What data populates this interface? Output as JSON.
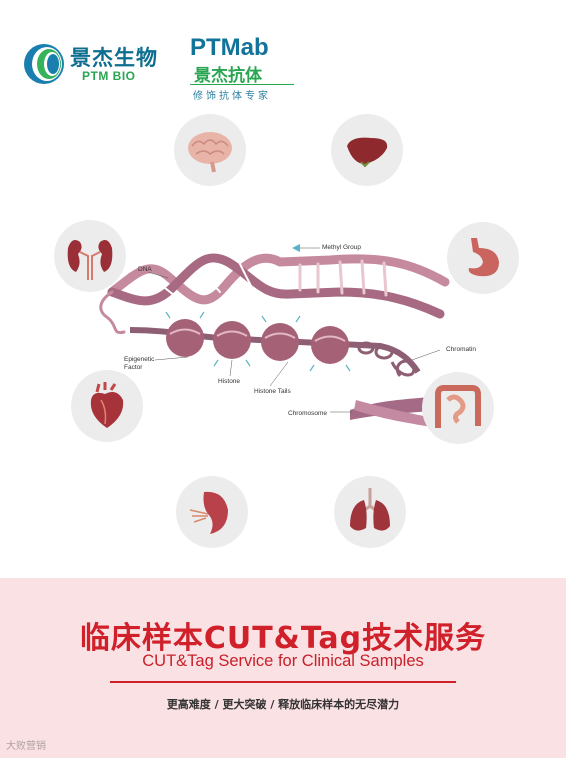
{
  "brand": {
    "ptmbio_cn": "景杰生物",
    "ptmbio_en": "PTM BIO",
    "ptmab_en": "PTMab",
    "ptmab_cn": "景杰抗体",
    "ptmab_tagline": "修饰抗体专家"
  },
  "figure_labels": {
    "methyl_group": "Methyl Group",
    "dna": "DNA",
    "chromatin": "Chromatin",
    "epigenetic_factor_line1": "Epigenetic",
    "epigenetic_factor_line2": "Factor",
    "histone": "Histone",
    "histone_tails": "Histone Tails",
    "chromosome": "Chromosome"
  },
  "organs": [
    "brain-icon",
    "liver-icon",
    "kidney-icon",
    "stomach-icon",
    "heart-icon",
    "intestine-icon",
    "spleen-icon",
    "lungs-icon"
  ],
  "banner": {
    "title_cn": "临床样本CUT&Tag技术服务",
    "title_en": "CUT&Tag Service for Clinical Samples",
    "tagline": "更高难度 / 更大突破 / 释放临床样本的无尽潜力"
  },
  "watermark": "大败营销",
  "colors": {
    "title_red": "#d0202a",
    "banner_pink": "#fae1e3",
    "brand_teal": "#11739a",
    "brand_green": "#2aa653"
  }
}
